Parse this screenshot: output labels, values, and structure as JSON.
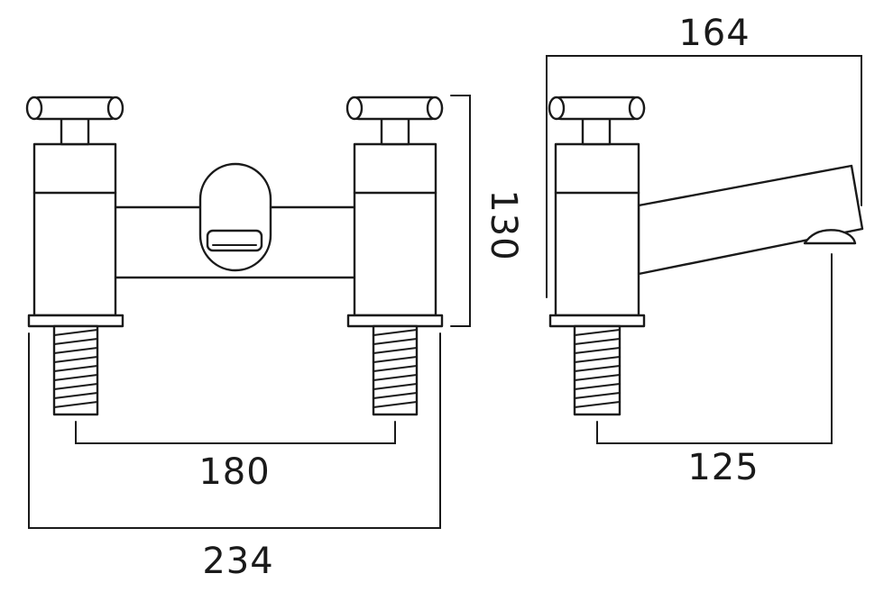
{
  "dimensions": {
    "overall_height": "130",
    "overall_depth": "164",
    "inlet_centres": "180",
    "overall_width": "234",
    "spout_projection": "125"
  }
}
